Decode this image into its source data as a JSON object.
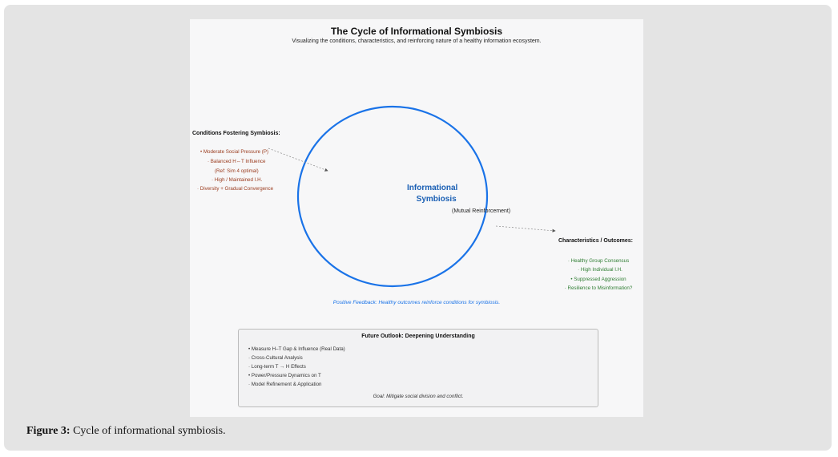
{
  "title": "The Cycle of Informational Symbiosis",
  "subtitle": "Visualizing the conditions, characteristics, and reinforcing nature of a healthy information ecosystem.",
  "center": {
    "line1": "Informational",
    "line2": "Symbiosis",
    "note": "(Mutual Reinforcement)"
  },
  "conditions": {
    "heading": "Conditions Fostering Symbiosis:",
    "items": [
      "• Moderate Social Pressure (P)",
      "· Balanced H⇔T Influence",
      "(Ref: Sim 4 optimal)",
      "· High / Maintained I.H.",
      "· Diversity + Gradual Convergence"
    ]
  },
  "outcomes": {
    "heading": "Characteristics / Outcomes:",
    "items": [
      "· Healthy Group Consensus",
      "· High Individual I.H.",
      "• Suppressed Aggression",
      "· Resilience to Misinformation?"
    ]
  },
  "feedback": "Positive Feedback: Healthy outcomes reinforce conditions for symbiosis.",
  "outlook": {
    "heading": "Future Outlook: Deepening Understanding",
    "items": [
      "• Measure H–T Gap & Influence (Real Data)",
      "· Cross-Cultural Analysis",
      "· Long-term T → H Effects",
      "• Power/Pressure Dynamics on T",
      "· Model Refinement & Application"
    ],
    "goal": "Goal: Mitigate social division and conflict."
  },
  "caption": {
    "label": "Figure 3:",
    "text": " Cycle of informational symbiosis."
  },
  "colors": {
    "accent": "#1a73e8",
    "conditions": "#9a3b1e",
    "outcomes": "#2e7d32"
  }
}
